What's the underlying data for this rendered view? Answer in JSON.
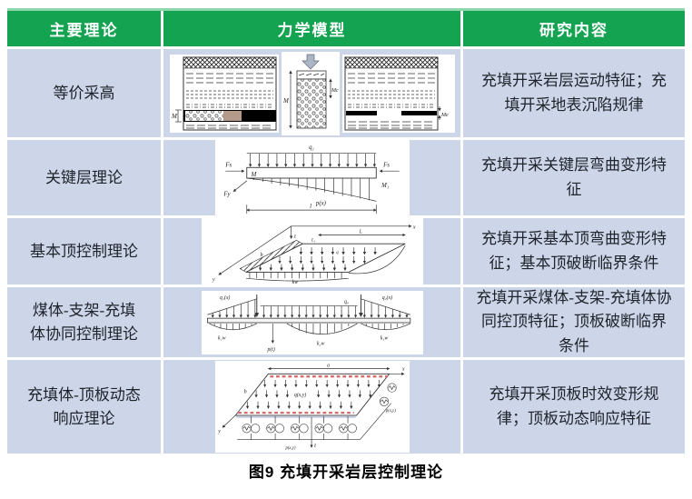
{
  "page": {
    "caption": "图9  充填开采岩层控制理论"
  },
  "colors": {
    "header_bg": "#14a351",
    "header_text": "#ffffff",
    "row_bg": "#ccd6e8",
    "body_text": "#20242c",
    "plate_red": "#d96a6a"
  },
  "table": {
    "columns": [
      {
        "label": "主要理论"
      },
      {
        "label": "力学模型"
      },
      {
        "label": "研究内容"
      }
    ],
    "rows": [
      {
        "theory": "等价采高",
        "content": "充填开采岩层运动特征；充填开采地表沉陷规律",
        "model_labels": {
          "m_seam": "M",
          "m_fill": "M",
          "mc": "Mc",
          "me": "Me"
        }
      },
      {
        "theory": "关键层理论",
        "content": "充填开采关键层弯曲变形特征",
        "model_labels": {
          "q1": "q₁",
          "fs_left": "Fs",
          "m": "M",
          "fs_right": "Fs",
          "m1": "M₁",
          "fy": "Fy",
          "px": "p(x)",
          "l": "l"
        }
      },
      {
        "theory": "基本顶控制理论",
        "content": "充填开采基本顶弯曲变形特征；基本顶破断临界条件",
        "model_labels": {
          "x": "x",
          "y": "y",
          "z": "z",
          "L": "L",
          "L1": "L₁",
          "b": "b",
          "q": "q",
          "kw": "kw"
        }
      },
      {
        "theory": "煤体-支架-充填体协同控制理论",
        "content": "充填开采煤体-支架-充填体协同控顶特征；顶板破断临界条件",
        "model_labels": {
          "q1x": "q₁(x)",
          "q0": "q₀",
          "q2x": "q₂(x)",
          "k1w": "k₁w",
          "k2w": "k₂w",
          "k3w": "k₃w",
          "pt": "p(t)"
        }
      },
      {
        "theory": "充填体-顶板动态响应理论",
        "content": "充填开采顶板时效变形规律；顶板动态响应特征",
        "model_labels": {
          "a": "a",
          "b": "b",
          "qxy": "q(x,y)",
          "pxy_side": "p(x,y)",
          "pxy_bottom": "p(x,y)",
          "x": "x",
          "y": "y",
          "z": "z"
        }
      }
    ]
  }
}
